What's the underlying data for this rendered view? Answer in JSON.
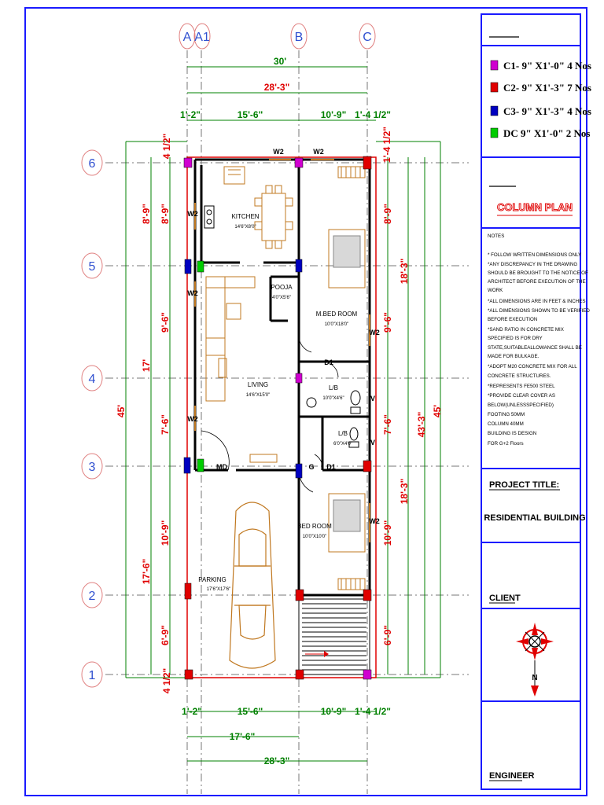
{
  "grid": {
    "columns": [
      "A",
      "A1",
      "B",
      "C"
    ],
    "rows": [
      "6",
      "5",
      "4",
      "3",
      "2",
      "1"
    ]
  },
  "dimensions": {
    "top_overall": "30'",
    "top_inner": "28'-3\"",
    "top_left_end": "1'-2\"",
    "top_bay_1": "15'-6\"",
    "top_bay_2": "10'-9\"",
    "top_right_end": "1'-4 1/2\"",
    "bottom_left_end": "1'-2\"",
    "bottom_bay_1": "15'-6\"",
    "bottom_bay_2": "10'-9\"",
    "bottom_right_end": "1'-4 1/2\"",
    "bottom_inner": "17'-6\"",
    "bottom_overall": "28'-3\"",
    "left_overall": "45'",
    "left_upper": "17'",
    "left_lower": "17'-6\"",
    "left_bay_6_5": "8'-9\"",
    "left_bay_5_4": "9'-6\"",
    "left_bay_4_3": "7'-6\"",
    "left_bay_3_2": "10'-9\"",
    "left_bay_2_1": "6'-9\"",
    "left_red_6_5": "8'-9\"",
    "left_end_top": "4 1/2\"",
    "left_end_bottom": "4 1/2\"",
    "right_overall": "45'",
    "right_inner": "43'-3\"",
    "right_upper": "18'-3\"",
    "right_lower": "18'-3\"",
    "right_bay_6_5": "8'-9\"",
    "right_bay_5_4": "9'-6\"",
    "right_bay_4_3": "7'-6\"",
    "right_bay_3_2": "10'-9\"",
    "right_bay_2_1": "6'-9\"",
    "right_end_top": "1'-4 1/2\""
  },
  "rooms": {
    "kitchen": {
      "name": "KITCHEN",
      "size": "14'6\"X8'0\""
    },
    "pooja": {
      "name": "POOJA",
      "size": "4'0\"X5'6\""
    },
    "master_bed": {
      "name": "M.BED ROOM",
      "size": "10'0\"X18'0\""
    },
    "living": {
      "name": "LIVING",
      "size": "14'6\"X15'0\""
    },
    "lb1": {
      "name": "L/B",
      "size": "10'0\"X4'6\""
    },
    "lb2": {
      "name": "L/B",
      "size": "6'0\"X4'0\""
    },
    "bed": {
      "name": "BED ROOM",
      "size": "10'0\"X10'0\""
    },
    "parking": {
      "name": "PARKING",
      "size": "17'6\"X17'6\""
    }
  },
  "openings": {
    "w2_top_1": "W2",
    "w2_top_2": "W2",
    "w2_kitchen": "W2",
    "w2_living_1": "W2",
    "w2_living_2": "W2",
    "w2_mbed": "W2",
    "w2_bed": "W2",
    "v1": "V",
    "v2": "V",
    "d1_1": "D1",
    "d1_2": "D1",
    "md": "MD",
    "g": "G"
  },
  "legend": [
    {
      "label": "C1- 9\" X1'-0\"  4 Nos",
      "color": "#d000d0"
    },
    {
      "label": "C2- 9\" X1'-3\"  7 Nos",
      "color": "#e00000"
    },
    {
      "label": "C3- 9\" X1'-3\"  4 Nos",
      "color": "#0000c0"
    },
    {
      "label": "DC  9\" X1'-0\"  2 Nos",
      "color": "#00cc00"
    }
  ],
  "sheet": {
    "drawing_title": "COLUMN PLAN",
    "notes_heading": "NOTES",
    "notes": [
      "* FOLLOW WRITTEN DIMENSIONS ONLY",
      "*ANY DISCREPANCY IN THE DRAWING",
      "SHOULD BE BROUGHT TO THE NOTICE OF",
      "ARCHITECT BEFORE EXECUTION OF THE",
      "WORK",
      "*ALL DIMENSIONS ARE IN FEET & INCHES",
      "*ALL DIMENSIONS SHOWN TO BE VERIFIED",
      "BEFORE EXECUTION",
      "*SAND RATIO IN CONCRETE MIX",
      "SPECIFIED IS FOR DRY",
      "STATE,SUITABLEALLOWANCE SHALL BE",
      "MADE FOR BULKAGE.",
      "*ADOPT M20 CONCRETE MIX FOR ALL",
      "CONCRETE STRUCTURES.",
      "*REPRESENTS FE500 STEEL",
      "*PROVIDE CLEAR COVER AS",
      "BELOW(UNLESSSPECIFIED)",
      "  FOOTING  50MM",
      "  COLUMN  40MM",
      "  BUILDING IS DESIGN",
      "  FOR G+2 Floors"
    ],
    "project_title_label": "PROJECT TITLE:",
    "project_title": "RESIDENTIAL BUILDING",
    "client_label": "CLIENT",
    "north_label": "N",
    "engineer_label": "ENGINEER"
  },
  "colors": {
    "dimension": "#008000",
    "red_dimension": "#e00000",
    "grid_bubble": "#3050d0",
    "furniture": "#c07820",
    "border": "#1a1aff"
  }
}
